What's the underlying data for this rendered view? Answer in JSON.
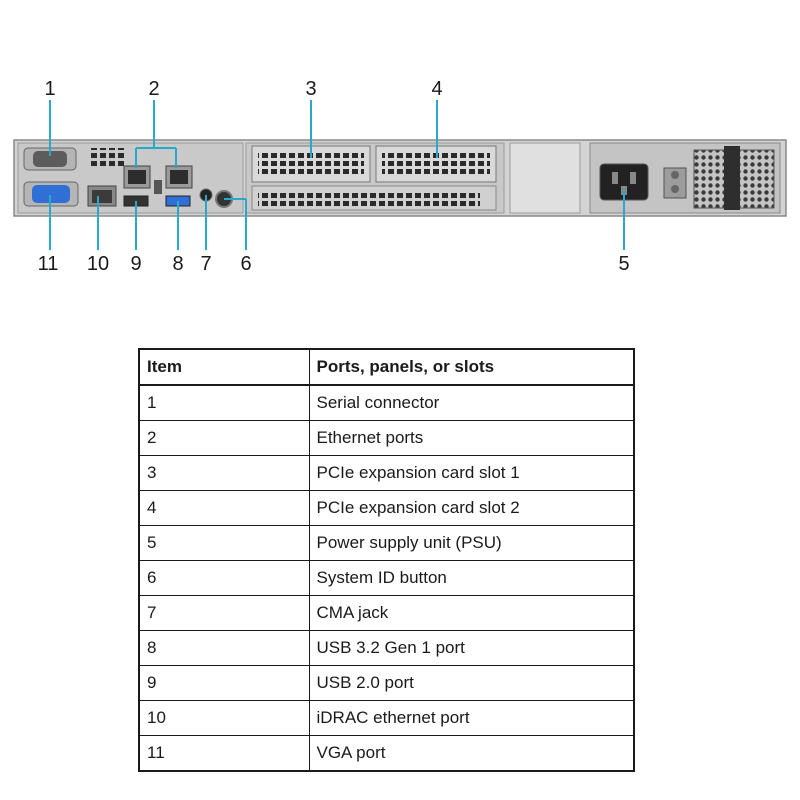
{
  "callouts": {
    "top": [
      "1",
      "2",
      "3",
      "4"
    ],
    "bottom": [
      "11",
      "10",
      "9",
      "8",
      "7",
      "6",
      "5"
    ]
  },
  "colors": {
    "chassis": "#d3d3d3",
    "leader": "#29a8c9",
    "vga_port": "#2f6fd6",
    "usb3_port": "#2f6fd6"
  },
  "table": {
    "headers": [
      "Item",
      "Ports, panels, or slots"
    ],
    "rows": [
      [
        "1",
        "Serial connector"
      ],
      [
        "2",
        "Ethernet ports"
      ],
      [
        "3",
        "PCIe expansion card slot 1"
      ],
      [
        "4",
        "PCIe expansion card slot 2"
      ],
      [
        "5",
        "Power supply unit (PSU)"
      ],
      [
        "6",
        "System ID button"
      ],
      [
        "7",
        "CMA jack"
      ],
      [
        "8",
        "USB 3.2 Gen 1 port"
      ],
      [
        "9",
        "USB 2.0 port"
      ],
      [
        "10",
        "iDRAC ethernet port"
      ],
      [
        "11",
        "VGA port"
      ]
    ]
  }
}
